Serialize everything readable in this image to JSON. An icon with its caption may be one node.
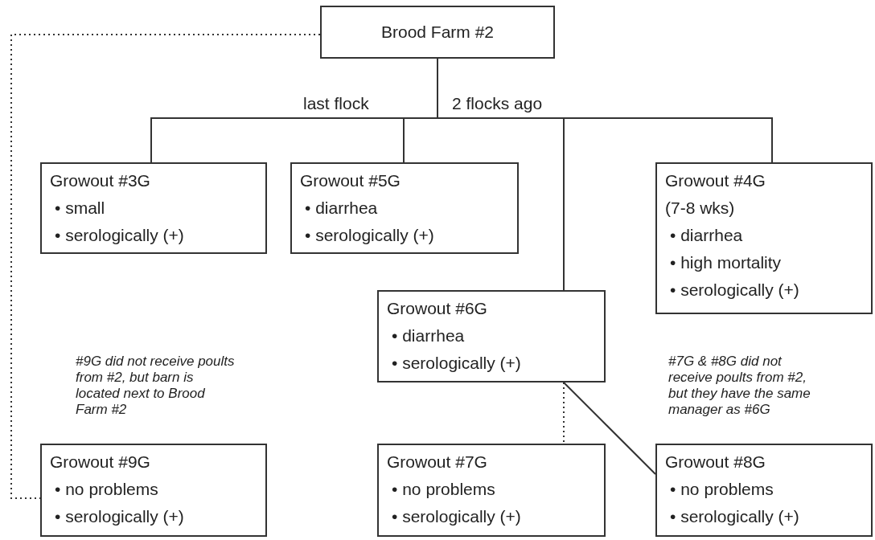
{
  "diagram": {
    "nodes": [
      {
        "text": [
          "Brood Farm #2"
        ]
      },
      {
        "text": [
          "Growout #3G",
          "• small",
          "• serologically (+)"
        ]
      },
      {
        "text": [
          "Growout #5G",
          "• diarrhea",
          "• serologically (+)"
        ]
      },
      {
        "text": [
          "Growout #4G",
          "(7-8 wks)",
          "• diarrhea",
          "• high mortality",
          "• serologically (+)"
        ]
      },
      {
        "text": [
          "Growout #6G",
          "• diarrhea",
          "• serologically (+)"
        ]
      },
      {
        "text": [
          "Growout #9G",
          "• no problems",
          "• serologically (+)"
        ]
      },
      {
        "text": [
          "Growout #7G",
          "• no problems",
          "• serologically (+)"
        ]
      },
      {
        "text": [
          "Growout #8G",
          "• no problems",
          "• serologically (+)"
        ]
      }
    ],
    "edges": [
      {
        "from": 0,
        "to": 1,
        "arrow": "none"
      },
      {
        "from": 0,
        "to": 2,
        "arrow": "none"
      },
      {
        "from": 0,
        "to": 4,
        "arrow": "none"
      },
      {
        "from": 0,
        "to": 3,
        "arrow": "none"
      },
      {
        "from": 0,
        "to": 5,
        "arrow": "none",
        "style": "dashed"
      },
      {
        "from": 4,
        "to": 6,
        "arrow": "none",
        "style": "dashed"
      },
      {
        "from": 4,
        "to": 7,
        "arrow": "none"
      }
    ],
    "labels": [
      "last flock",
      "2 flocks ago",
      "#9G did not receive poults from #2, but barn is located next to Brood Farm #2",
      "#7G & #8G did not receive poults from #2, but they have the same manager as #6G"
    ]
  }
}
